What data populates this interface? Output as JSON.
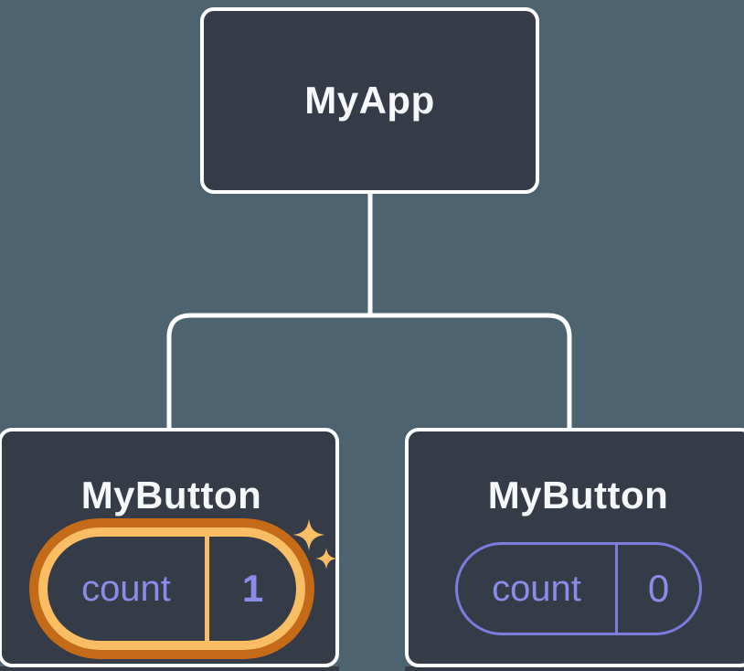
{
  "diagram": {
    "title": "component-state-tree",
    "root": {
      "label": "MyApp"
    },
    "children": [
      {
        "label": "MyButton",
        "state": {
          "key": "count",
          "value": "1"
        },
        "highlighted": true,
        "sparkle": true
      },
      {
        "label": "MyButton",
        "state": {
          "key": "count",
          "value": "0"
        },
        "highlighted": false,
        "sparkle": false
      }
    ]
  },
  "colors": {
    "background": "#4D6470",
    "node-fill": "#353B47",
    "node-border": "#FFFFFF",
    "connector": "#FFFFFF",
    "label-text": "#F6F7F9",
    "state-text": "#8B8BEA",
    "state-border": "#7C7CE0",
    "highlight-outer": "#C56A16",
    "highlight-inner": "#F9BD63",
    "sparkle": "#F8BE66"
  }
}
